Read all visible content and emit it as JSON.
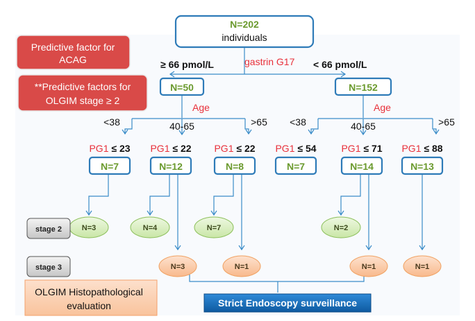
{
  "colors": {
    "line": "#3a8cc8",
    "n_text": "#6b9a2e",
    "red_label": "#e8303a",
    "red_box": "#d94a48",
    "green_ellipse": "#d9efbf",
    "orange_ellipse": "#fac9a6",
    "gray_box": "#d8d8d8",
    "orange_box": "#fbcfb0",
    "blue_banner": "#1a6db5"
  },
  "legend": {
    "acag": {
      "line1": "Predictive factor for",
      "line2": "ACAG"
    },
    "olgim": {
      "line1": "**Predictive factors for",
      "line2": "OLGIM stage ≥ 2"
    },
    "histo": {
      "line1": "OLGIM Histopathological",
      "line2": "evaluation"
    }
  },
  "root": {
    "n": "N=202",
    "label": "individuals"
  },
  "split": {
    "factor": "gastrin G17",
    "left_label": "≥ 66 pmol/L",
    "right_label": "< 66 pmol/L"
  },
  "groups": [
    {
      "n": "N=50",
      "factor": "Age",
      "children": [
        {
          "age": "<38",
          "pg1_prefix": "PG1",
          "pg1_cond": "≤ 23",
          "n": "N=7",
          "stage2": "N=3",
          "stage3": null
        },
        {
          "age": "40-65",
          "pg1_prefix": "PG1",
          "pg1_cond": "≤ 22",
          "n": "N=12",
          "stage2": "N=4",
          "stage3": "N=3"
        },
        {
          "age": ">65",
          "pg1_prefix": "PG1",
          "pg1_cond": "≤ 22",
          "n": "N=8",
          "stage2": "N=7",
          "stage3": "N=1"
        }
      ]
    },
    {
      "n": "N=152",
      "factor": "Age",
      "children": [
        {
          "age": "<38",
          "pg1_prefix": "PG1",
          "pg1_cond": "≤ 54",
          "n": "N=7",
          "stage2": null,
          "stage3": null
        },
        {
          "age": "40-65",
          "pg1_prefix": "PG1",
          "pg1_cond": "≤ 71",
          "n": "N=14",
          "stage2": "N=2",
          "stage3": "N=1"
        },
        {
          "age": ">65",
          "pg1_prefix": "PG1",
          "pg1_cond": "≤ 88",
          "n": "N=13",
          "stage2": null,
          "stage3": "N=1"
        }
      ]
    }
  ],
  "stages": {
    "stage2": "stage 2",
    "stage3": "stage 3"
  },
  "outcome": "Strict Endoscopy surveillance"
}
